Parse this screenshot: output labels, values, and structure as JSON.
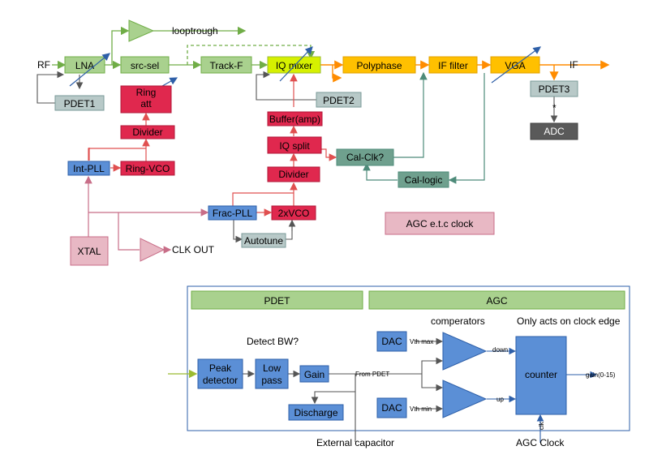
{
  "colors": {
    "green_fill": "#a9d18e",
    "green_line": "#70ad47",
    "red_fill": "#e0284e",
    "red_line": "#e05050",
    "yellow_fill": "#d6f000",
    "orange_fill": "#ffc000",
    "orange_line": "#ff8c00",
    "teal_fill": "#6fa08e",
    "teal_line": "#4e8b7a",
    "blue_fill": "#5b8fd6",
    "blue_line": "#2e5fa8",
    "gray_fill": "#b8c9c8",
    "dark_fill": "#5a5a5a",
    "pink_fill": "#e8b8c4",
    "pink_line": "#c86e88"
  },
  "top": {
    "rf_label": "RF",
    "if_label": "IF",
    "blocks": {
      "lna": "LNA",
      "src_sel": "src-sel",
      "track_f": "Track-F",
      "iq_mixer": "IQ mixer",
      "polyphase": "Polyphase",
      "if_filter": "IF filter",
      "vga": "VGA",
      "pdet1": "PDET1",
      "pdet2": "PDET2",
      "pdet3": "PDET3",
      "adc": "ADC",
      "ring_att_1": "Ring",
      "ring_att_2": "att",
      "divider_left": "Divider",
      "int_pll": "Int-PLL",
      "ring_vco": "Ring-VCO",
      "buffer_amp": "Buffer(amp)",
      "iq_split": "IQ split",
      "divider_mid": "Divider",
      "cal_clk": "Cal-Clk?",
      "cal_logic": "Cal-logic",
      "frac_pll": "Frac-PLL",
      "vco2x": "2xVCO",
      "autotune": "Autotune",
      "xtal": "XTAL",
      "agc_clock_box": "AGC e.t.c clock"
    },
    "looptrough": "looptrough",
    "clk_out": "CLK OUT",
    "star": "*"
  },
  "bottom": {
    "pdet_header": "PDET",
    "agc_header": "AGC",
    "detect_bw": "Detect BW?",
    "comparators": "comperators",
    "clock_edge_note": "Only acts on clock edge",
    "peak_detector_1": "Peak",
    "peak_detector_2": "detector",
    "low_pass_1": "Low",
    "low_pass_2": "pass",
    "gain": "Gain",
    "discharge": "Discharge",
    "dac_top": "DAC",
    "dac_bottom": "DAC",
    "vth_max": "Vth max",
    "vth_min": "Vth min",
    "from_pdet": "From PDET",
    "down": "down",
    "up": "up",
    "counter": "counter",
    "gain_out": "gain(0-15)",
    "clk_small": "clk",
    "external_capacitor": "External capacitor",
    "agc_clock": "AGC Clock"
  }
}
